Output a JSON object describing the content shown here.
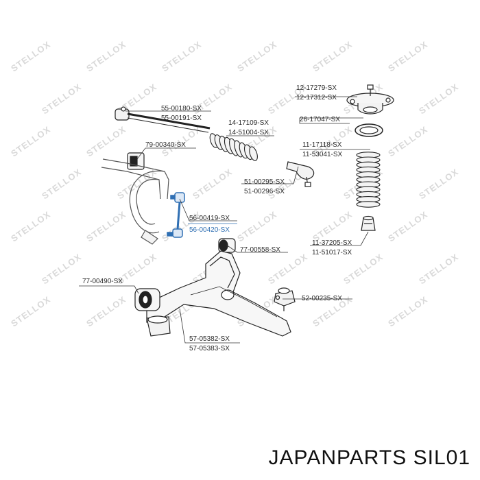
{
  "watermark": "STELLOX",
  "labels": {
    "tie_rod_end_a": "55-00180-SX",
    "tie_rod_end_b": "55-00191-SX",
    "stab_bushing": "79-00340-SX",
    "boot_a": "14-17109-SX",
    "boot_b": "14-51004-SX",
    "mount_a": "12-17279-SX",
    "mount_b": "12-17312-SX",
    "bearing": "26-17047-SX",
    "dust_a": "11-17118-SX",
    "dust_b": "11-53041-SX",
    "ball_a": "51-00295-SX",
    "ball_b": "51-00296-SX",
    "link_a": "56-00419-SX",
    "link_b": "56-00420-SX",
    "arm_bush_front": "77-00558-SX",
    "bump_a": "11-37205-SX",
    "bump_b": "11-51017-SX",
    "arm_bush_rear": "77-00490-SX",
    "lower_ball": "52-00235-SX",
    "arm_a": "57-05382-SX",
    "arm_b": "57-05383-SX"
  },
  "colors": {
    "highlight": "#2f6fb3",
    "lines": "#222222",
    "watermark": "#d9d9d9"
  },
  "footer": {
    "text": "JAPANPARTS SIL01"
  }
}
